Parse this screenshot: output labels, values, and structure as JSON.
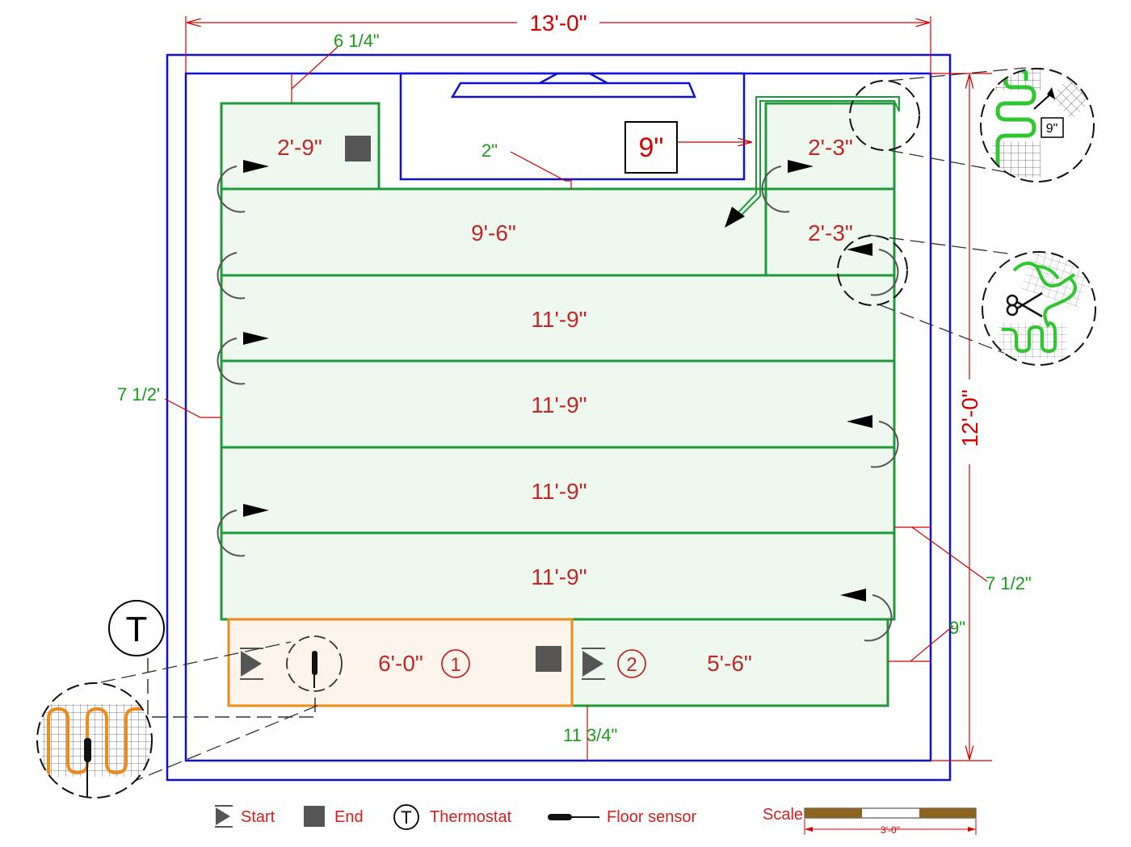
{
  "overall": {
    "width_label": "13'-0\"",
    "height_label": "12'-0\""
  },
  "mats": {
    "top_left": "2'-9\"",
    "top_right_1": "2'-3\"",
    "top_right_2": "2'-3\"",
    "row_9_6": "9'-6\"",
    "row_a": "11'-9\"",
    "row_b": "11'-9\"",
    "row_c": "11'-9\"",
    "row_d": "11'-9\"",
    "zone1": "6'-0\"",
    "zone2": "5'-6\""
  },
  "zones": {
    "zone1_number": "1",
    "zone2_number": "2"
  },
  "dimensions": {
    "top_left_offset": "6 1/4\"",
    "cabinet_gap": "2\"",
    "cabinet_gap_box": "9\"",
    "left_offset": "7 1/2'",
    "right_offset": "7 1/2\"",
    "bottom_right_offset": "9\"",
    "bottom_offset": "11 3/4\""
  },
  "detail": {
    "gap_label": "9\""
  },
  "thermostat": {
    "symbol": "T"
  },
  "legend": {
    "start": "Start",
    "end": "End",
    "thermostat": "Thermostat",
    "thermostat_symbol": "T",
    "floor_sensor": "Floor sensor",
    "scale_label": "Scale",
    "scale_value": "3'-0\""
  },
  "colors": {
    "wall": "#1010d0",
    "mat_border": "#1f9a3a",
    "mat_fill": "#eef8ee",
    "zone1_border": "#f08a1a",
    "zone1_fill": "#fdf5ec",
    "dim_red": "#d40000",
    "dim_green": "#1a9a1a"
  }
}
